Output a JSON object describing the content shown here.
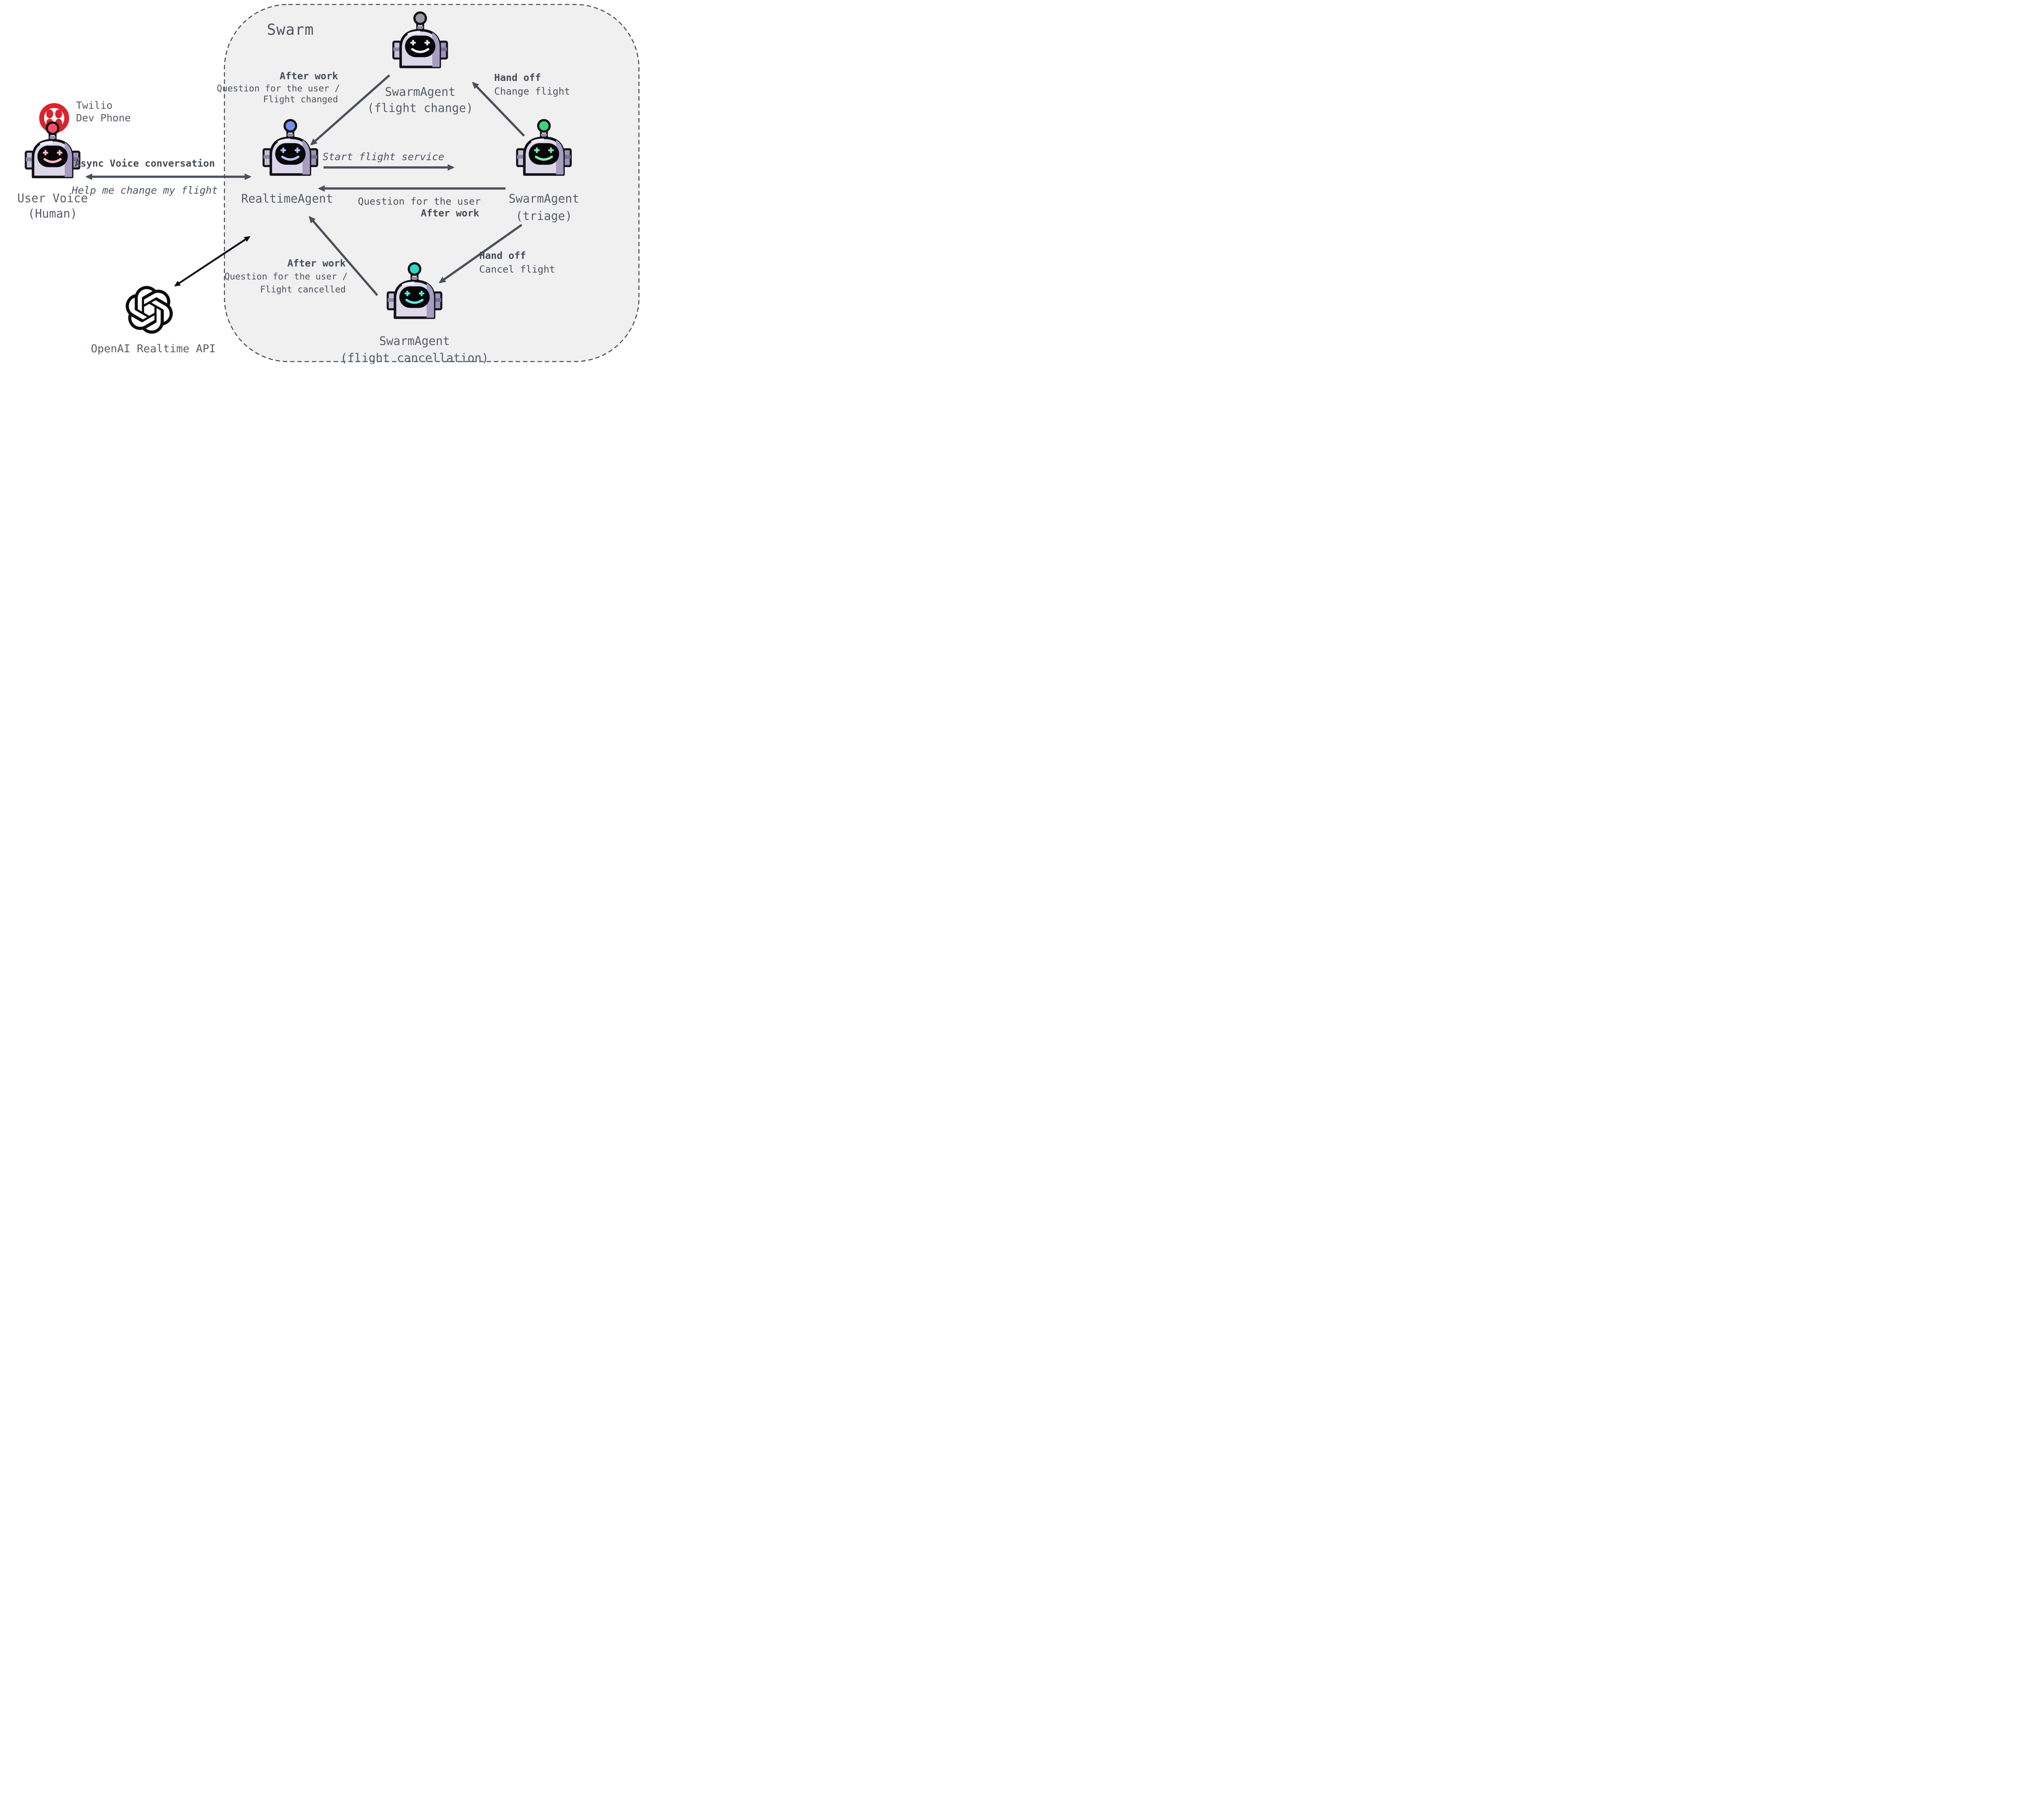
{
  "diagram": {
    "swarm_group_label": "Swarm"
  },
  "nodes": {
    "twilio": {
      "name_line1": "Twilio",
      "name_line2": "Dev Phone",
      "brand_color": "#d8242f",
      "icon": "twilio-logo-icon"
    },
    "user_voice": {
      "label": "User Voice",
      "sublabel": "(Human)",
      "antenna_color": "#ff4d63",
      "accent_color": "#ffb6c3",
      "icon": "robot-icon"
    },
    "openai": {
      "label": "OpenAI Realtime API",
      "brand_color": "#0d0d0d",
      "icon": "openai-logo-icon"
    },
    "realtime": {
      "label": "RealtimeAgent",
      "antenna_color": "#7191ee",
      "accent_color": "#b3c6f8",
      "icon": "robot-icon"
    },
    "triage": {
      "label": "SwarmAgent",
      "sublabel": "(triage)",
      "antenna_color": "#3bd37b",
      "accent_color": "#7deca9",
      "icon": "robot-icon"
    },
    "flight_change": {
      "label": "SwarmAgent",
      "sublabel": "(flight change)",
      "antenna_color": "#9a9aa2",
      "accent_color": "#e9e9ee",
      "icon": "robot-icon"
    },
    "flight_cancellation": {
      "label": "SwarmAgent",
      "sublabel": "(flight cancellation)",
      "antenna_color": "#2bd8c3",
      "accent_color": "#5ceadb",
      "icon": "robot-icon"
    }
  },
  "edges": {
    "user_realtime": {
      "top_label": "Async Voice conversation",
      "bottom_label": "Help me change my flight"
    },
    "realtime_triage": {
      "label": "Start flight service"
    },
    "triage_realtime": {
      "line1": "Question for the user",
      "line2": "After work"
    },
    "triage_flight_change": {
      "line1": "Hand off",
      "line2": "Change flight"
    },
    "flight_change_realtime": {
      "line1": "After work",
      "line2": "Question for the user /",
      "line3": "Flight changed"
    },
    "triage_cancellation": {
      "line1": "Hand off",
      "line2": "Cancel flight"
    },
    "cancellation_realtime": {
      "line1": "After work",
      "line2": "Question for the user /",
      "line3": "Flight cancelled"
    }
  },
  "colors": {
    "page_bg": "#ffffff",
    "swarm_fill": "#f0f0f1",
    "swarm_border": "#495058",
    "arrow": "#4b515b",
    "black_arrow": "#101014",
    "label_text": "#575d67",
    "caption_text": "#4d535e",
    "caption_bold_text": "#464c57"
  }
}
